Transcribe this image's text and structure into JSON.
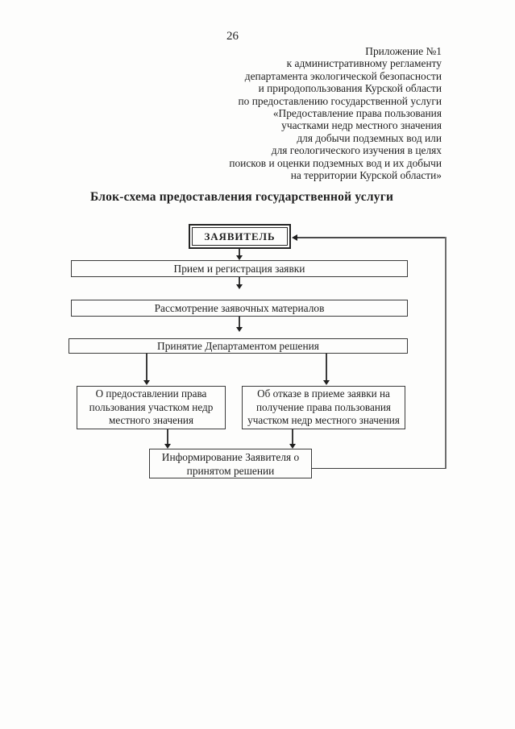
{
  "page": {
    "number": "26",
    "header": {
      "lines": [
        "Приложение №1",
        "к административному регламенту",
        "департамента экологической безопасности",
        "и природопользования Курской области",
        "по предоставлению государственной услуги",
        "«Предоставление права пользования",
        "участками недр местного значения",
        "для добычи подземных вод или",
        "для геологического изучения в целях",
        "поисков и оценки подземных вод и их добычи",
        "на территории Курской области»"
      ]
    },
    "title": "Блок-схема предоставления государственной услуги"
  },
  "flowchart": {
    "applicant": "ЗАЯВИТЕЛЬ",
    "step_reception": "Прием и регистрация заявки",
    "step_review": "Рассмотрение заявочных материалов",
    "step_decision": "Принятие Департаментом решения",
    "outcome_grant": "О предоставлении права пользования участком недр местного значения",
    "outcome_refusal": "Об отказе в приеме заявки на получение права пользования участком недр местного значения",
    "step_inform": "Информирование Заявителя о принятом решении"
  },
  "colors": {
    "ink": "#1f1f1f",
    "line": "#3b3b3b",
    "paper": "#fdfdfc"
  }
}
